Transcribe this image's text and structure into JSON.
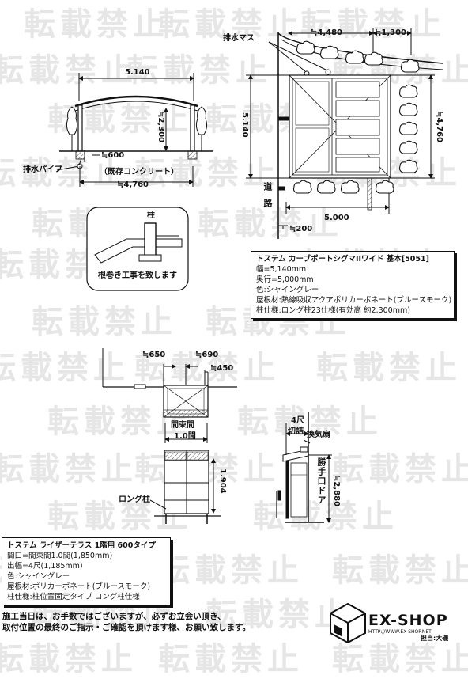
{
  "watermark": "転載禁止",
  "carport": {
    "dims": {
      "width_top": "5.140",
      "height": "≒2,300",
      "post_offset": "≒600",
      "span_bottom": "≒4,760",
      "existing": "（既存コンクリート）",
      "drain_pipe": "排水パイプ"
    },
    "plan": {
      "drain_basin": "排水マス",
      "top_dim_a": "≒4,480",
      "top_dim_b": "≒1,300",
      "left_dim": "5.140",
      "right_dim": "≒4,760",
      "bottom_dim": "5.000",
      "bottom_left_dim": "≒200",
      "road": "道路"
    },
    "detail": {
      "post": "柱",
      "note": "根巻き工事を致します"
    },
    "spec": {
      "title": "トステム カーブポートシグマIIワイド 基本[5051]",
      "lines": [
        "幅=5,140mm",
        "奥行=5,000mm",
        "色:シャイングレー",
        "屋根材:熱線吸収アクアポリカーボネート(ブルースモーク)",
        "柱仕様:ロング柱23仕様(有効高 約2,300mm)"
      ]
    }
  },
  "terrace": {
    "dims": {
      "d650": "≒650",
      "d690": "≒690",
      "d450": "≒450",
      "kankan_label": "間束間",
      "kankan_value": "1.0間",
      "h1904": "1.904",
      "h2880": "≒2,880",
      "four_shaku": "4尺",
      "cut": "切詰",
      "vent": "換気扇",
      "back_door": "勝手口ドア",
      "long_post": "ロング柱"
    },
    "spec": {
      "title": "トステム ライザーテラス 1階用 600タイプ",
      "lines": [
        "間口=間束間1.0間(1,850mm)",
        "出幅=4尺(1,185mm)",
        "色:シャイングレー",
        "屋根材:ポリカーボネート(ブルースモーク)",
        "柱仕様:柱位置固定タイプ ロング柱仕様"
      ]
    }
  },
  "footer": {
    "line1": "施工当日は、お手数ではございますが、必ずお立会い頂き、",
    "line2": "取付位置の最終のご指示・ご確認を頂けます様、お願い致します。"
  },
  "brand": {
    "name": "EX-SHOP",
    "url": "HTTP://WWW.EX-SHOP.NET",
    "staff": "担当:大磯"
  }
}
